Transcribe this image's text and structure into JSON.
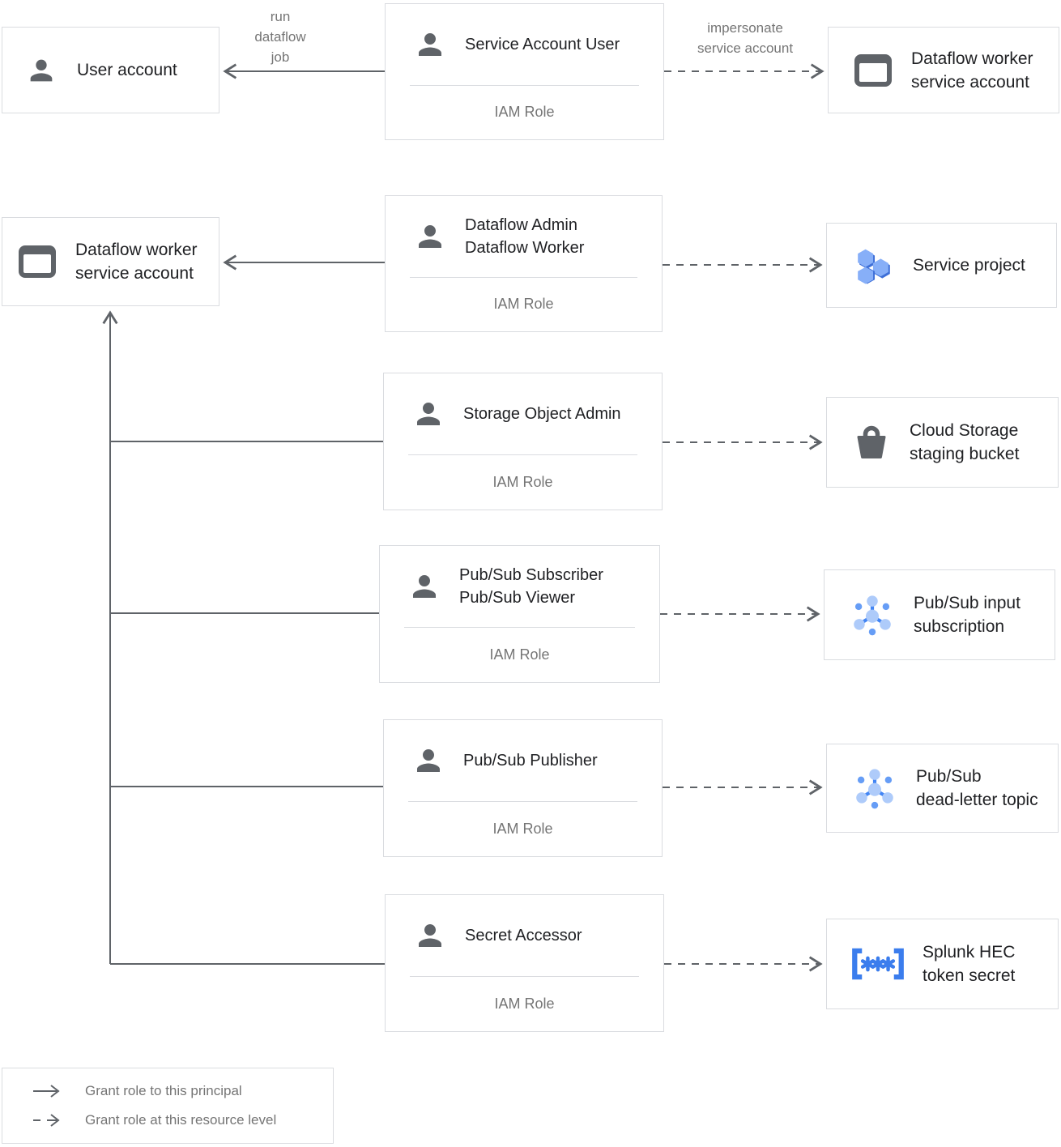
{
  "diagram": {
    "nodes": {
      "user_account": {
        "line1": "User account"
      },
      "dataflow_worker_sa_right": {
        "line1": "Dataflow worker",
        "line2": "service account"
      },
      "dataflow_worker_sa_left": {
        "line1": "Dataflow worker",
        "line2": "service account"
      },
      "service_project": {
        "line1": "Service project"
      },
      "cloud_storage_bucket": {
        "line1": "Cloud Storage",
        "line2": "staging bucket"
      },
      "pubsub_input_subscription": {
        "line1": "Pub/Sub input",
        "line2": "subscription"
      },
      "pubsub_dead_letter_topic": {
        "line1": "Pub/Sub",
        "line2": "dead-letter topic"
      },
      "splunk_hec_token_secret": {
        "line1": "Splunk HEC",
        "line2": "token secret"
      }
    },
    "roles": {
      "service_account_user": {
        "line1": "Service Account User",
        "footer": "IAM Role"
      },
      "dataflow_admin_worker": {
        "line1": "Dataflow Admin",
        "line2": "Dataflow Worker",
        "footer": "IAM Role"
      },
      "storage_object_admin": {
        "line1": "Storage Object Admin",
        "footer": "IAM Role"
      },
      "pubsub_subscriber_viewer": {
        "line1": "Pub/Sub Subscriber",
        "line2": "Pub/Sub Viewer",
        "footer": "IAM Role"
      },
      "pubsub_publisher": {
        "line1": "Pub/Sub Publisher",
        "footer": "IAM Role"
      },
      "secret_accessor": {
        "line1": "Secret Accessor",
        "footer": "IAM Role"
      }
    },
    "edge_labels": {
      "run_dataflow_job": {
        "line1": "run",
        "line2": "dataflow",
        "line3": "job"
      },
      "impersonate": {
        "line1": "impersonate",
        "line2": "service account"
      }
    },
    "legend": {
      "solid": "Grant role to this principal",
      "dashed": "Grant role at this resource level"
    },
    "colors": {
      "accent_blue": "#4285f4",
      "light_blue": "#aecbfa",
      "mid_blue": "#669df6",
      "icon_gray": "#5f6368",
      "line_gray": "#5f6368",
      "border_gray": "#dadce0",
      "text_dark": "#202124",
      "text_muted": "#757575"
    }
  }
}
